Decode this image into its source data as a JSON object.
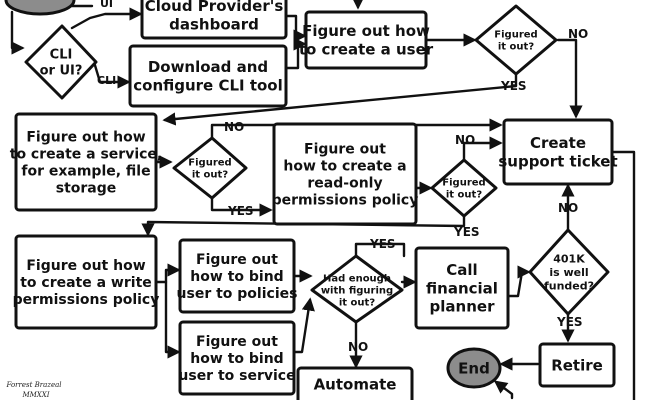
{
  "nodes": {
    "start_oval": {
      "lines": []
    },
    "cloud_dashboard": {
      "lines": [
        "Cloud Provider's",
        "dashboard"
      ]
    },
    "figure_user": {
      "lines": [
        "Figure out how",
        "to create a user"
      ]
    },
    "figured_1": {
      "lines": [
        "Figured",
        "it out?"
      ]
    },
    "cli_or_ui": {
      "lines": [
        "CLI",
        "or UI?"
      ]
    },
    "download_cli": {
      "lines": [
        "Download and",
        "configure CLI tool"
      ]
    },
    "create_service": {
      "lines": [
        "Figure out how",
        "to create a service,",
        "for example, file",
        "storage"
      ]
    },
    "figured_2": {
      "lines": [
        "Figured",
        "it out?"
      ]
    },
    "readonly_policy": {
      "lines": [
        "Figure out",
        "how to create a",
        "read-only",
        "permissions policy"
      ]
    },
    "figured_3": {
      "lines": [
        "Figured",
        "it out?"
      ]
    },
    "support_ticket": {
      "lines": [
        "Create",
        "support ticket"
      ]
    },
    "write_policy": {
      "lines": [
        "Figure out how",
        "to create a write",
        "permissions policy"
      ]
    },
    "bind_policies": {
      "lines": [
        "Figure  out",
        "how to bind",
        "user to policies"
      ]
    },
    "bind_service": {
      "lines": [
        "Figure out",
        "how to bind",
        "user to service"
      ]
    },
    "had_enough": {
      "lines": [
        "Had enough",
        "with figuring",
        "it out?"
      ]
    },
    "financial_planner": {
      "lines": [
        "Call",
        "financial",
        "planner"
      ]
    },
    "401k": {
      "lines": [
        "401K",
        "is well",
        "funded?"
      ]
    },
    "retire": {
      "lines": [
        "Retire"
      ]
    },
    "end": {
      "lines": [
        "End"
      ]
    },
    "automate": {
      "lines": [
        "Automate"
      ]
    }
  },
  "edge_labels": {
    "ui": "UI",
    "cli": "CLI",
    "no_1": "NO",
    "yes_1": "YES",
    "no_2": "NO",
    "yes_2": "YES",
    "no_3": "NO",
    "yes_3": "YES",
    "yes_4": "YES",
    "no_4": "NO",
    "no_5": "NO",
    "yes_5": "YES"
  },
  "signature": [
    "Forrest Brazeal",
    "MMXXI"
  ]
}
